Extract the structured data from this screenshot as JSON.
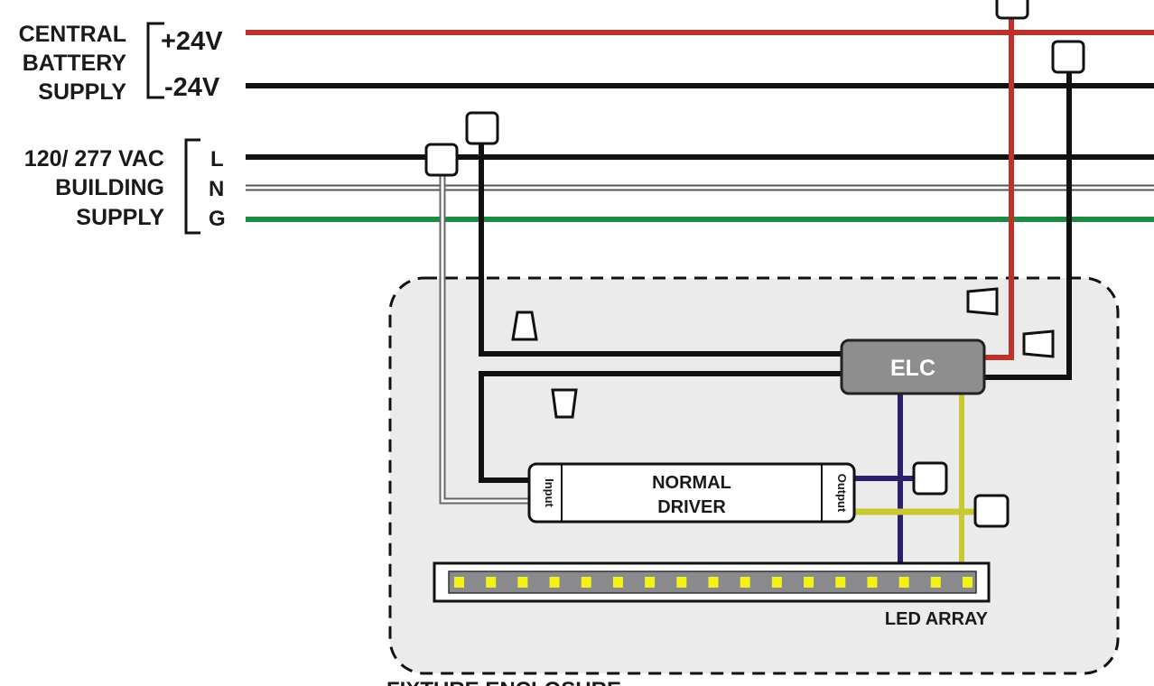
{
  "title": "Emergency LED Controller Wiring Diagram",
  "sources": {
    "battery": {
      "label_lines": [
        "CENTRAL",
        "BATTERY",
        "SUPPLY"
      ],
      "terminals": [
        {
          "name": "+24V",
          "color": "#c0312b"
        },
        {
          "name": "-24V",
          "color": "#111111"
        }
      ]
    },
    "building": {
      "label_lines": [
        "120/ 277 VAC",
        "BUILDING",
        "SUPPLY"
      ],
      "terminals": [
        {
          "name": "L",
          "color": "#111111"
        },
        {
          "name": "N",
          "color": "#ffffff"
        },
        {
          "name": "G",
          "color": "#1e8a44"
        }
      ]
    }
  },
  "components": {
    "elc": {
      "label": "ELC",
      "color": "#8e8e8e"
    },
    "driver": {
      "title_lines": [
        "NORMAL",
        "DRIVER"
      ],
      "input_label": "Input",
      "output_label": "Output"
    },
    "led_array": {
      "label": "LED ARRAY",
      "led_count": 17,
      "led_color": "#f2f21a",
      "strip_color": "#8a8a8e"
    },
    "enclosure": {
      "label": "FIXTURE ENCLOSURE",
      "fill": "#ebebeb"
    }
  },
  "wire_colors": {
    "positive": "#c0312b",
    "negative": "#111111",
    "line": "#111111",
    "neutral": "#ffffff",
    "ground": "#1e8a44",
    "led_negative": "#2d1f6b",
    "led_positive": "#c8c830"
  }
}
